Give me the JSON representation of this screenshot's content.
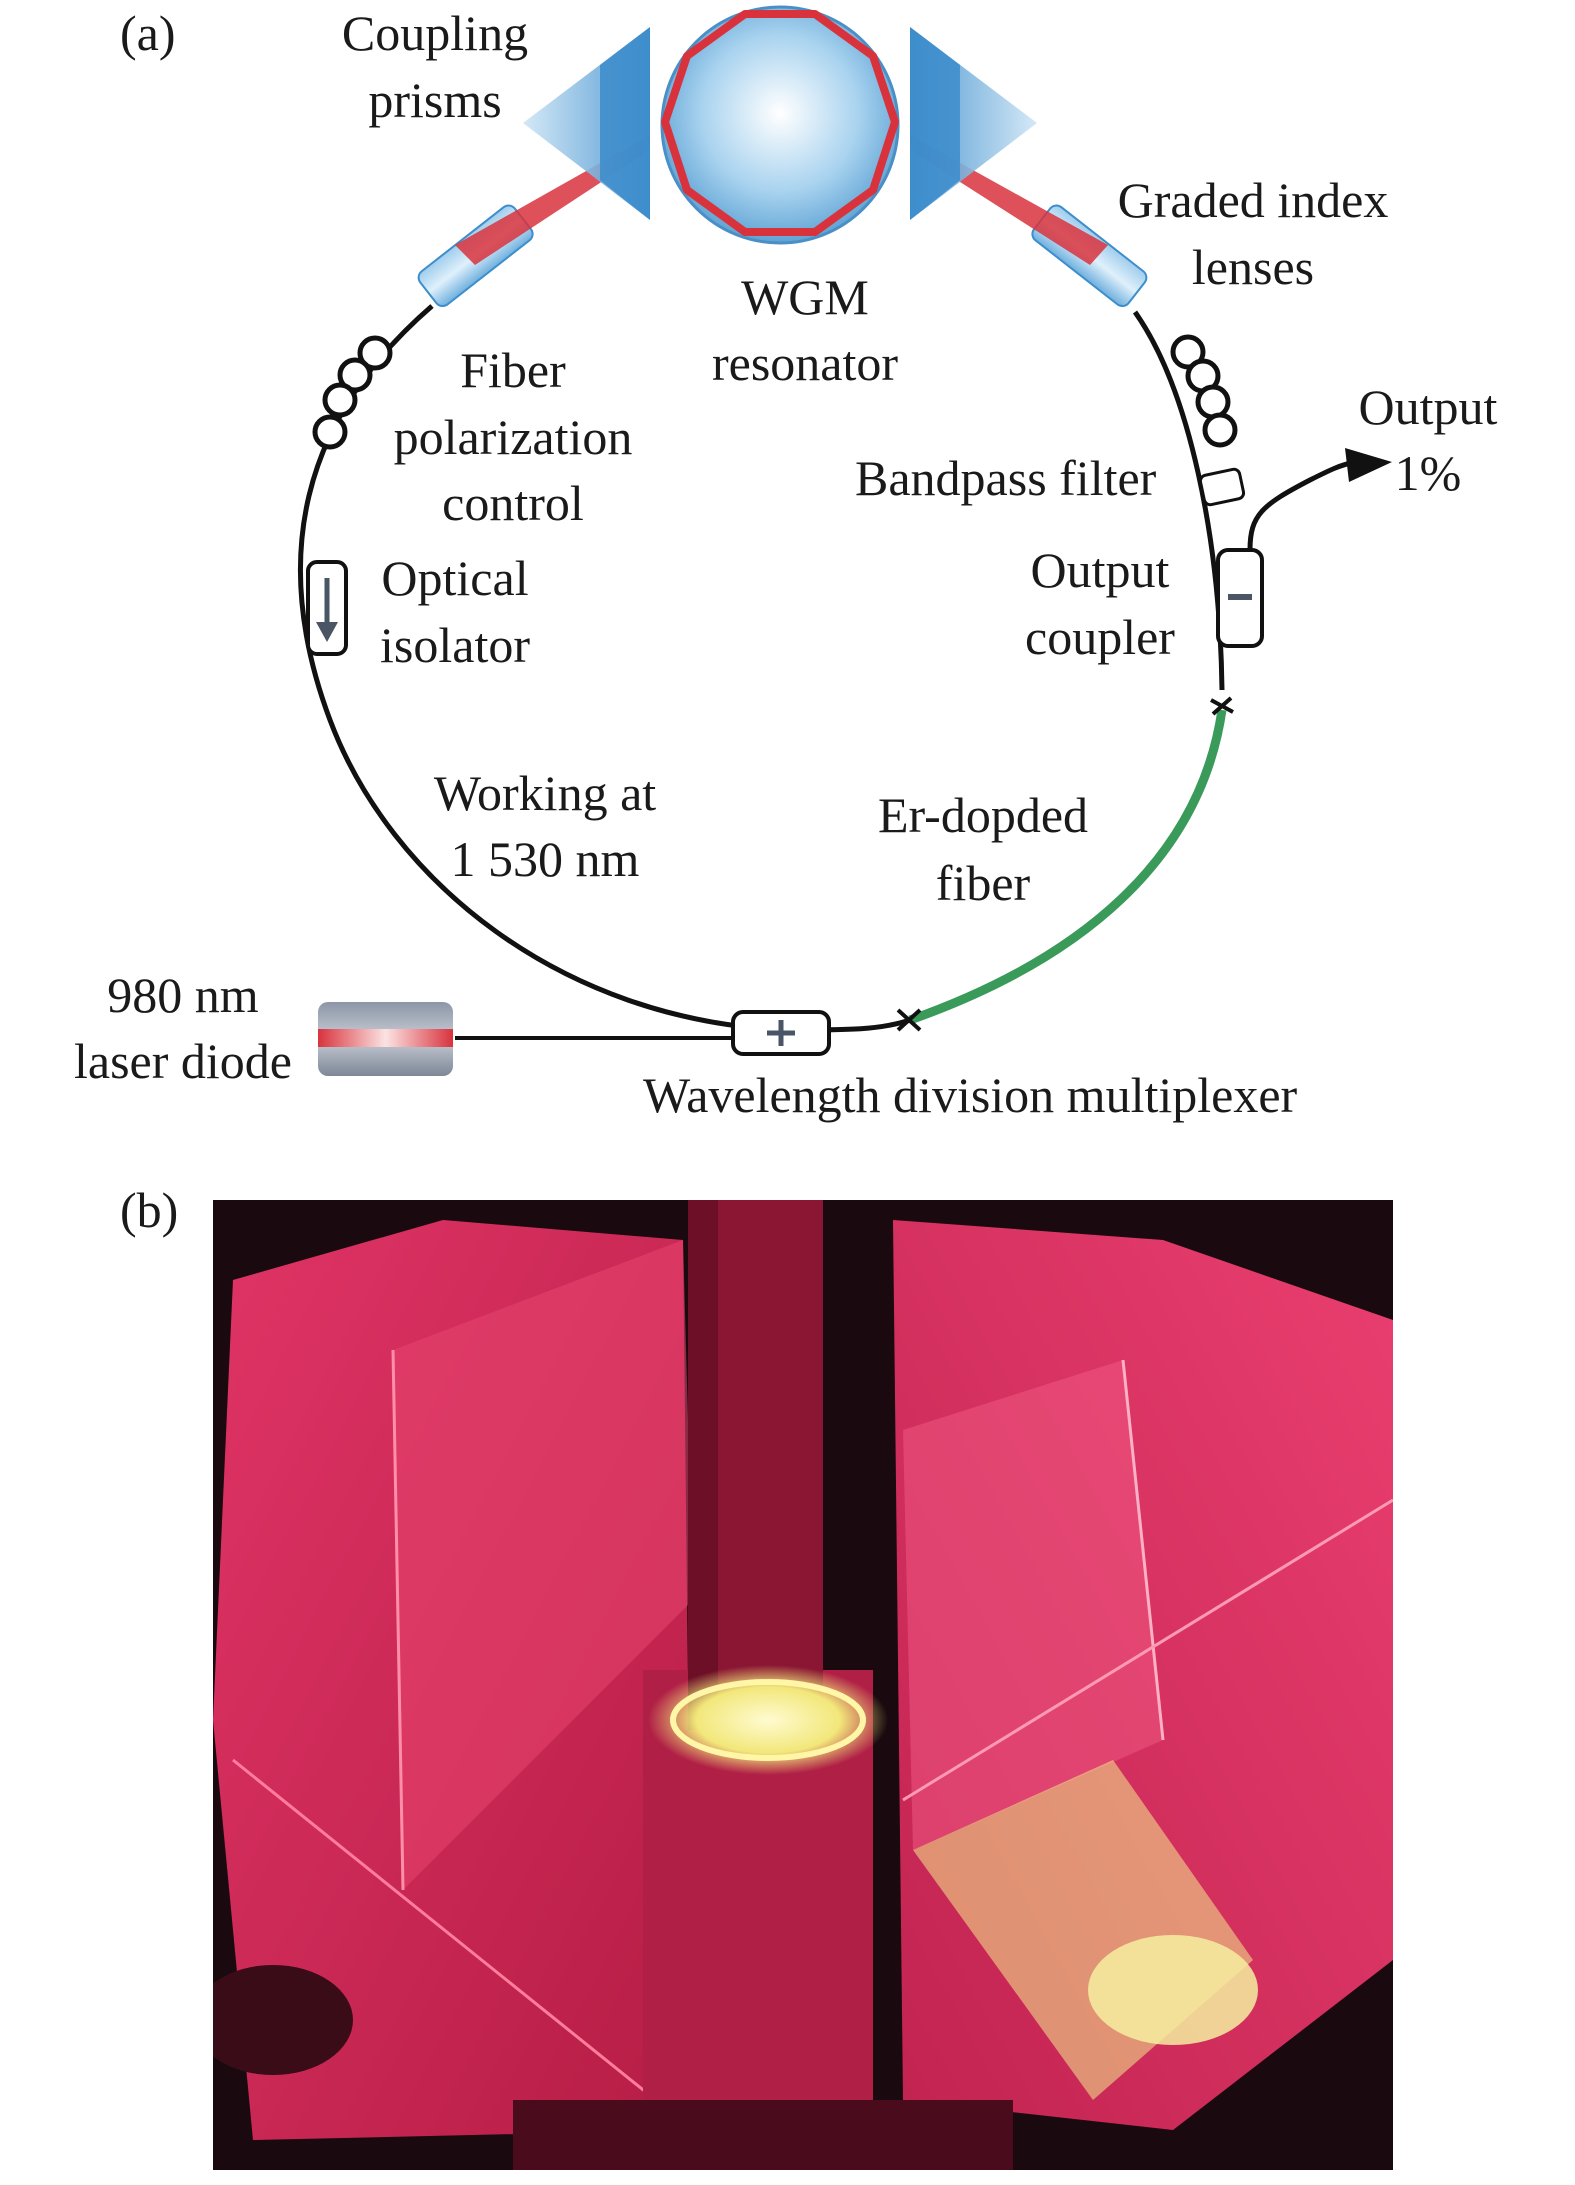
{
  "panel_a": {
    "tag": "(a)",
    "labels": {
      "coupling_prisms": [
        "Coupling",
        "prisms"
      ],
      "wgm_resonator": [
        "WGM",
        "resonator"
      ],
      "graded_index_lenses": [
        "Graded index",
        "lenses"
      ],
      "fiber_polarization_control": [
        "Fiber",
        "polarization",
        "control"
      ],
      "output": [
        "Output",
        "1%"
      ],
      "bandpass_filter": "Bandpass filter",
      "optical_isolator": [
        "Optical",
        "isolator"
      ],
      "output_coupler": [
        "Output",
        "coupler"
      ],
      "working_at": [
        "Working at",
        "1 530 nm"
      ],
      "er_doped_fiber": [
        "Er-dopded",
        "fiber"
      ],
      "laser_diode": [
        "980 nm",
        "laser diode"
      ],
      "wdm": "Wavelength division multiplexer"
    },
    "colors": {
      "fiber": "#111111",
      "er_fiber": "#3a9a5a",
      "prism": "#6aaed8",
      "resonator": "#b8dcf2",
      "beam": "#d8333d"
    }
  },
  "panel_b": {
    "tag": "(b)",
    "colors": {
      "tint": "#d8284f",
      "glow": "#f2f08a",
      "shadow": "#1a0a10"
    }
  }
}
